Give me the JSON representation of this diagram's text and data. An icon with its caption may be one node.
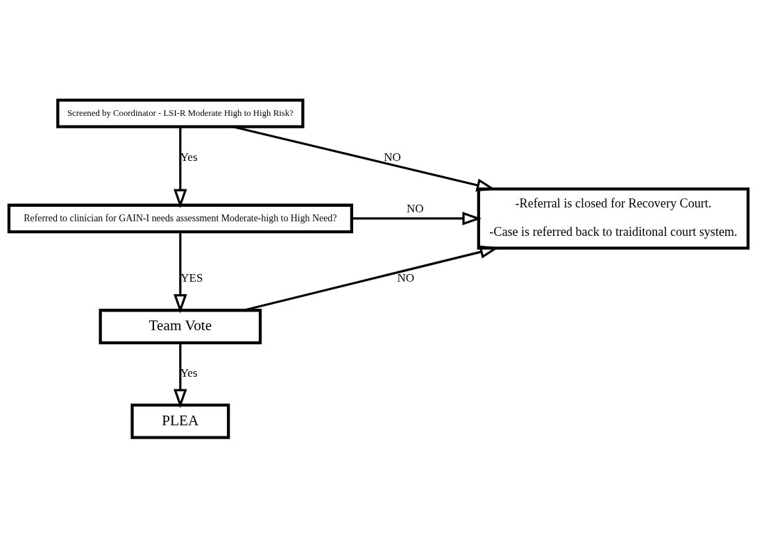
{
  "diagram": {
    "nodes": [
      {
        "text": [
          "Screened by Coordinator - LSI-R Moderate High to High Risk?"
        ]
      },
      {
        "text": [
          "Referred to clinician for GAIN-I needs assessment Moderate-high to High Need?"
        ]
      },
      {
        "text": [
          "Team Vote"
        ]
      },
      {
        "text": [
          "PLEA"
        ]
      },
      {
        "text": [
          "-Referral is closed for Recovery Court.",
          "-Case is referred back to traiditonal court system."
        ]
      }
    ],
    "edges": [
      {
        "from": 0,
        "to": 1,
        "arrow": "to",
        "label": "Yes"
      },
      {
        "from": 1,
        "to": 2,
        "arrow": "to",
        "label": "YES"
      },
      {
        "from": 2,
        "to": 3,
        "arrow": "to",
        "label": "Yes"
      },
      {
        "from": 0,
        "to": 4,
        "arrow": "to",
        "label": "NO"
      },
      {
        "from": 1,
        "to": 4,
        "arrow": "to",
        "label": "NO"
      },
      {
        "from": 2,
        "to": 4,
        "arrow": "to",
        "label": "NO"
      }
    ]
  }
}
